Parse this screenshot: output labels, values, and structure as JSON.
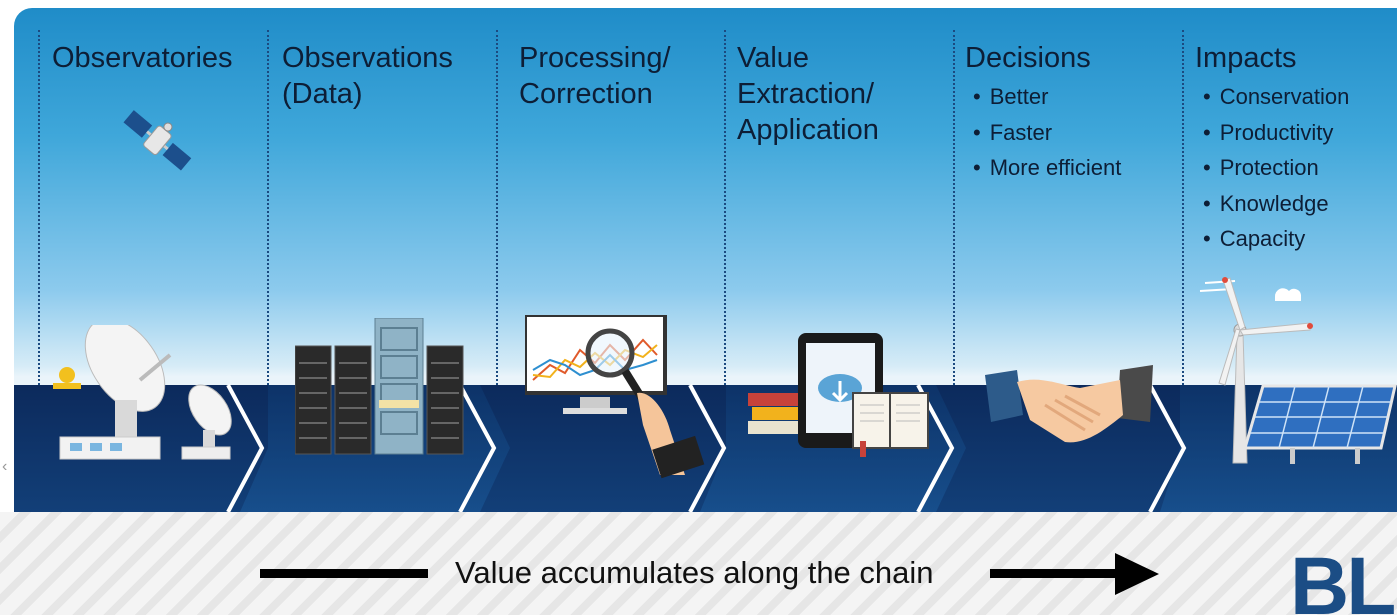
{
  "stages": [
    {
      "title": "Observatories"
    },
    {
      "title": "Observations\n(Data)"
    },
    {
      "title": "Processing/\nCorrection"
    },
    {
      "title": "Value\nExtraction/\nApplication"
    },
    {
      "title": "Decisions",
      "bullets": [
        "Better",
        "Faster",
        "More efficient"
      ]
    },
    {
      "title": "Impacts",
      "bullets": [
        "Conservation",
        "Productivity",
        "Protection",
        "Knowledge",
        "Capacity"
      ]
    }
  ],
  "caption": "Value accumulates along the chain",
  "brand_text": "BLU",
  "colors": {
    "sky_top": "#1f8cc8",
    "sea_dark": "#0f2f63",
    "sea_mid": "#174a8a",
    "text": "#0d1e36",
    "brand": "#1b4d85"
  },
  "icons": [
    "satellite-icon",
    "satellite-dish-icon",
    "server-rack-icon",
    "monitor-magnifier-icon",
    "tablet-books-icon",
    "handshake-icon",
    "wind-turbine-icon",
    "solar-panel-icon"
  ]
}
